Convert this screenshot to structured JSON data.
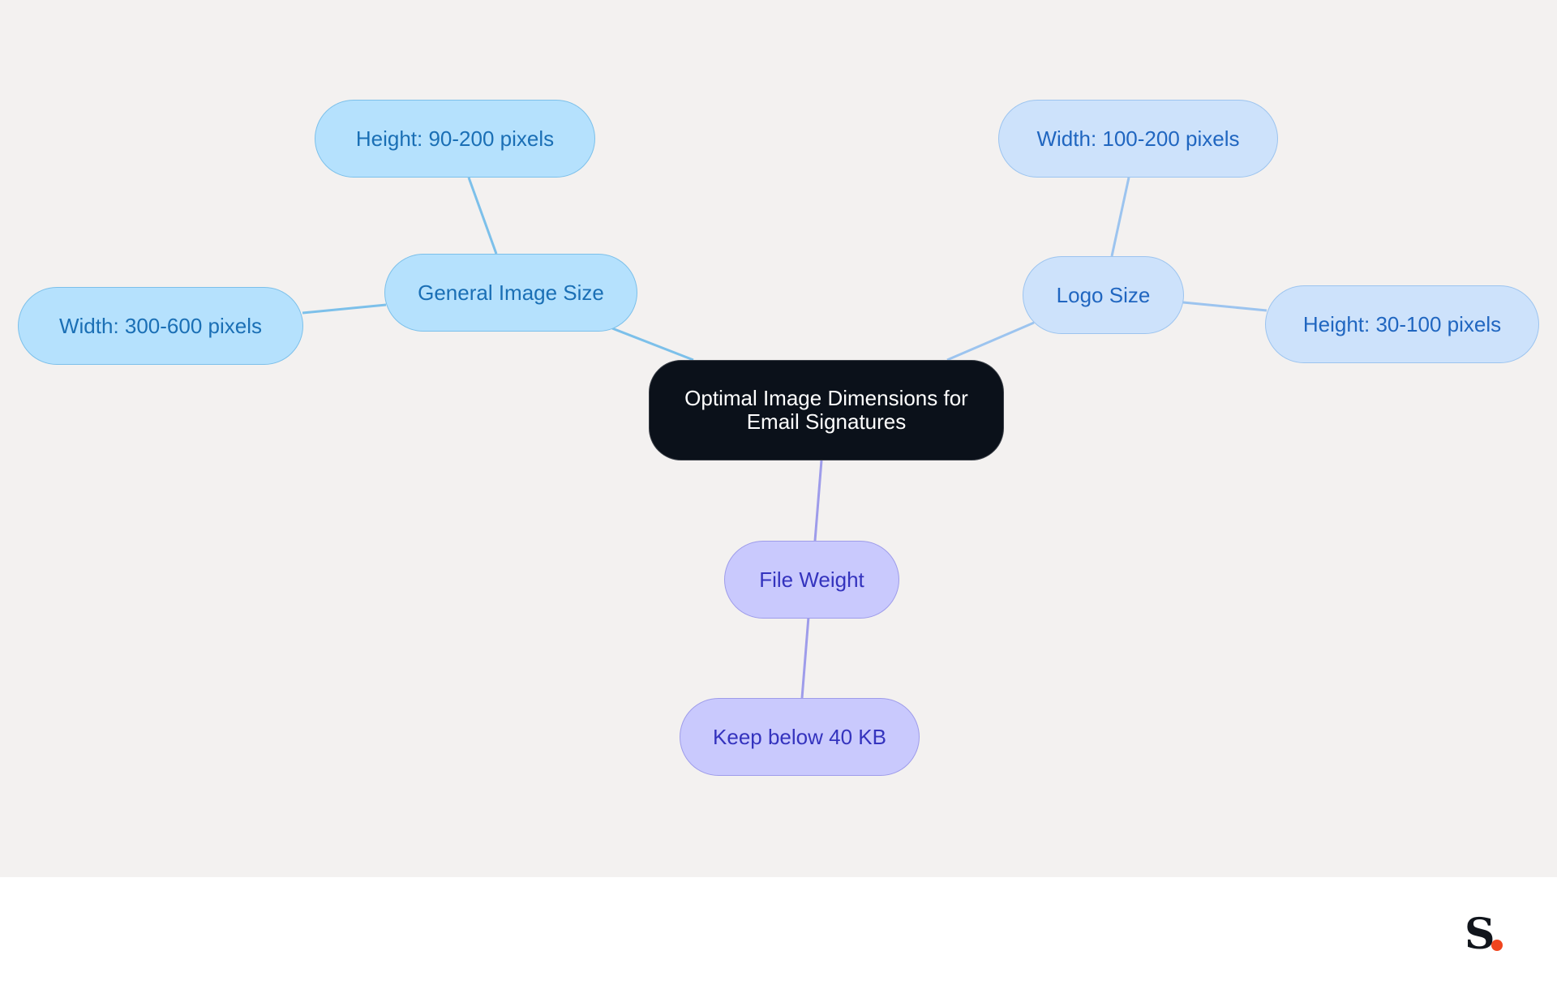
{
  "diagram": {
    "root": {
      "label_line1": "Optimal Image Dimensions for",
      "label_line2": "Email Signatures"
    },
    "branches": [
      {
        "label": "General Image Size",
        "children": [
          "Height: 90-200 pixels",
          "Width: 300-600 pixels"
        ]
      },
      {
        "label": "Logo Size",
        "children": [
          "Width: 100-200 pixels",
          "Height: 30-100 pixels"
        ]
      },
      {
        "label": "File Weight",
        "children": [
          "Keep below 40 KB"
        ]
      }
    ]
  },
  "colors": {
    "canvas_background": "#f3f1f0",
    "root_fill": "#0b111a",
    "general_branch_fill": "#b5e1fd",
    "general_branch_text": "#1a6fb5",
    "logo_branch_fill": "#cde2fb",
    "logo_branch_text": "#2066c0",
    "file_branch_fill": "#c9c9fd",
    "file_branch_text": "#3433be",
    "brand_dot": "#f0451e"
  },
  "brand": {
    "logo_letter": "S"
  }
}
